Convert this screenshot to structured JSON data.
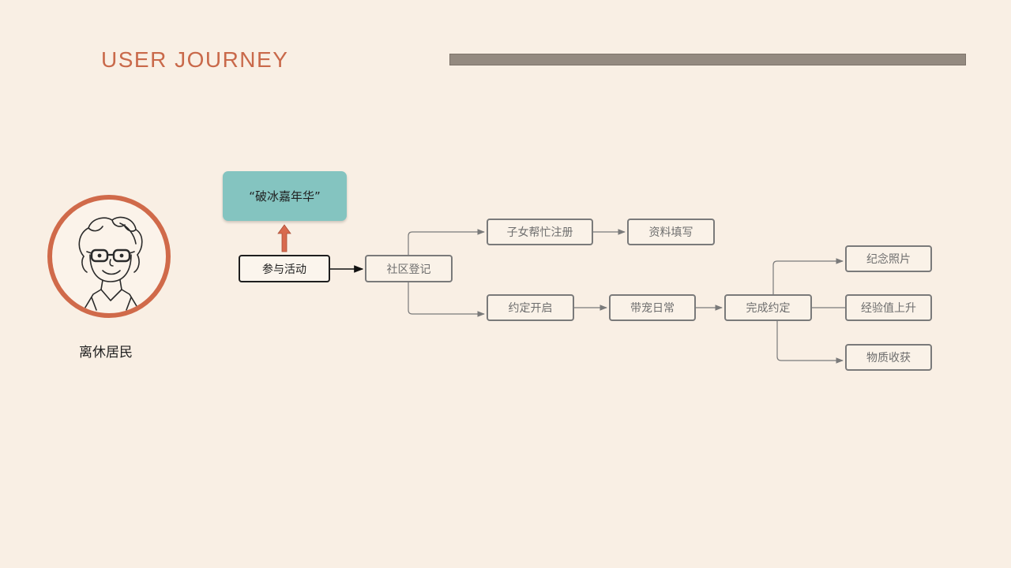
{
  "header": {
    "title": "USER JOURNEY"
  },
  "persona": {
    "label": "离休居民",
    "icon": "elderly-woman-icon",
    "ring_color": "#d06a4a"
  },
  "nodes": {
    "event": "“破冰嘉年华”",
    "participate": "参与活动",
    "register_community": "社区登记",
    "children_help": "子女帮忙注册",
    "fill_info": "资料填写",
    "appointment_start": "约定开启",
    "pet_daily": "带宠日常",
    "complete_appointment": "完成约定",
    "souvenir_photo": "纪念照片",
    "xp_up": "经验值上升",
    "material_reward": "物质收获"
  },
  "colors": {
    "background": "#f9efe4",
    "title": "#c9694a",
    "event_fill": "#84c4c0",
    "arrow_accent": "#d86a4e",
    "node_border": "#7a7a7a"
  }
}
